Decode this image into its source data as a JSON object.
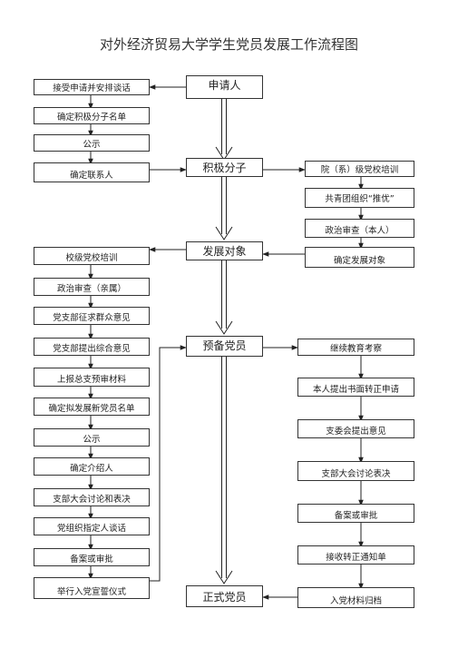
{
  "title": "对外经济贸易大学学生党员发展工作流程图",
  "main": {
    "applicant": "申请人",
    "activist": "积极分子",
    "target": "发展对象",
    "probationary": "预备党员",
    "full_member": "正式党员"
  },
  "left_top": [
    "接受申请并安排谈话",
    "确定积极分子名单",
    "公示",
    "确定联系人"
  ],
  "right_top": [
    "院（系）级党校培训",
    "共青团组织“推优”",
    "政治审查（本人）",
    "确定发展对象"
  ],
  "left_bottom": [
    "校级党校培训",
    "政治审查（亲属）",
    "党支部征求群众意见",
    "党支部提出综合意见",
    "上报总支预审材料",
    "确定拟发展新党员名单",
    "公示",
    "确定介绍人",
    "支部大会讨论和表决",
    "党组织指定人谈话",
    "备案或审批",
    "举行入党宣誓仪式"
  ],
  "right_bottom": [
    "继续教育考察",
    "本人提出书面转正申请",
    "支委会提出意见",
    "支部大会讨论表决",
    "备案或审批",
    "接收转正通知单",
    "入党材料归档"
  ]
}
